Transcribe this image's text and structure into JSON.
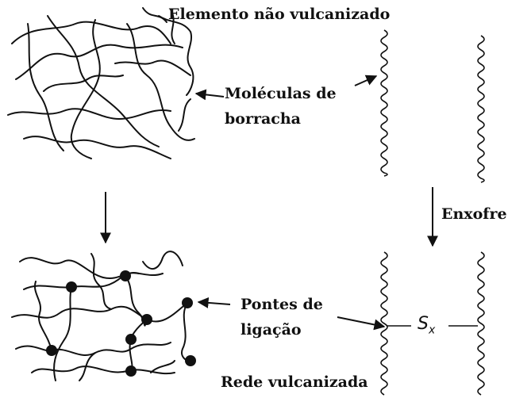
{
  "title": "Elemento não vulcanizado",
  "labels": {
    "molecules_line1": "Moléculas de",
    "molecules_line2": "borracha",
    "sulfur": "Enxofre",
    "crosslinks_line1": "Pontes de",
    "crosslinks_line2": "ligação",
    "network": "Rede vulcanizada",
    "sx_symbol": "S",
    "sx_subscript": "x"
  },
  "colors": {
    "ink": "#111111",
    "background": "#ffffff"
  }
}
